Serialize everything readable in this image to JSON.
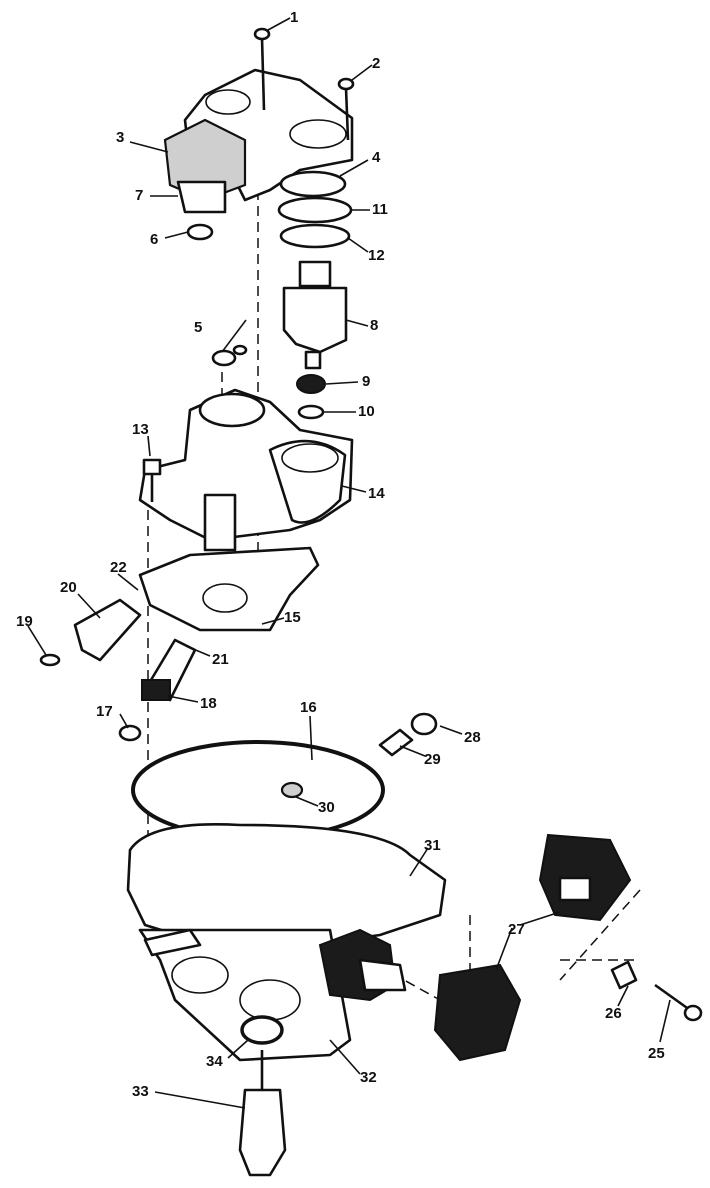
{
  "callouts": [
    "1",
    "2",
    "3",
    "4",
    "5",
    "6",
    "7",
    "8",
    "9",
    "10",
    "11",
    "12",
    "13",
    "14",
    "15",
    "16",
    "17",
    "18",
    "19",
    "20",
    "21",
    "22",
    "25",
    "26",
    "27",
    "28",
    "29",
    "30",
    "31",
    "32",
    "33",
    "34"
  ],
  "colors": {
    "ink": "#111111",
    "paper": "#ffffff"
  }
}
